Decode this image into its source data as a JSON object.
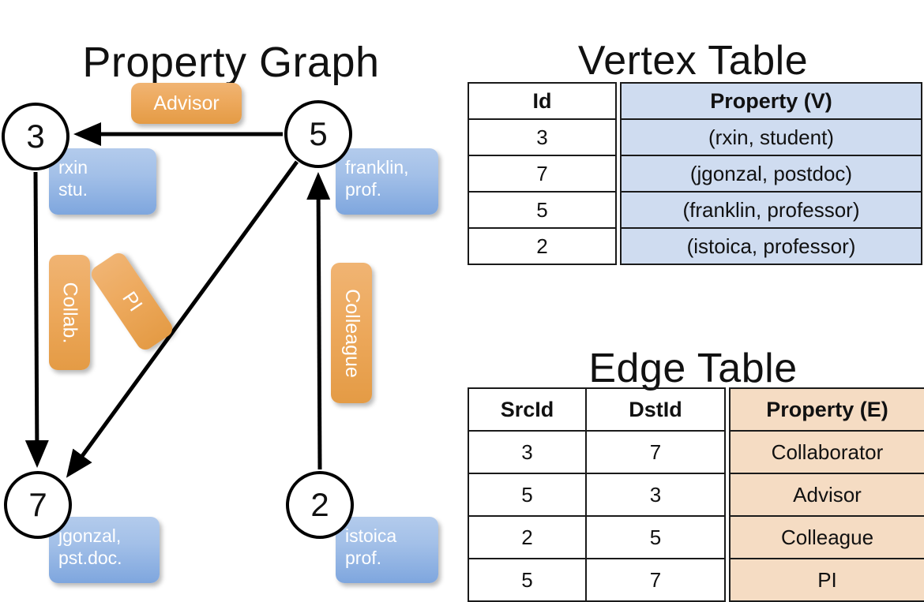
{
  "titles": {
    "property_graph": "Property Graph",
    "vertex_table": "Vertex Table",
    "edge_table": "Edge Table"
  },
  "colors": {
    "vertex_property_fill": "#cfdcf0",
    "edge_property_fill": "#f5dcc3",
    "node_box_blue": "#a3c0e8",
    "edge_box_orange": "#eda95d",
    "stroke": "#000000",
    "background": "#ffffff"
  },
  "graph": {
    "nodes": [
      {
        "id": "3",
        "name": "node-3",
        "property_line1": "rxin",
        "property_line2": "stu."
      },
      {
        "id": "5",
        "name": "node-5",
        "property_line1": "franklin,",
        "property_line2": "prof."
      },
      {
        "id": "7",
        "name": "node-7",
        "property_line1": "jgonzal,",
        "property_line2": "pst.doc."
      },
      {
        "id": "2",
        "name": "node-2",
        "property_line1": "istoica",
        "property_line2": "prof."
      }
    ],
    "edge_labels": [
      {
        "name": "edge-advisor",
        "label": "Advisor",
        "orientation": "horizontal"
      },
      {
        "name": "edge-collab",
        "label": "Collab.",
        "orientation": "vertical"
      },
      {
        "name": "edge-pi",
        "label": "PI",
        "orientation": "diagonal"
      },
      {
        "name": "edge-colleague",
        "label": "Colleague",
        "orientation": "vertical"
      }
    ],
    "edges": [
      {
        "from": "5",
        "to": "3",
        "label": "Advisor"
      },
      {
        "from": "3",
        "to": "7",
        "label": "Collab."
      },
      {
        "from": "5",
        "to": "7",
        "label": "PI"
      },
      {
        "from": "2",
        "to": "5",
        "label": "Colleague"
      }
    ]
  },
  "vertex_table": {
    "headers": [
      "Id",
      "Property (V)"
    ],
    "rows": [
      {
        "id": "3",
        "property": "(rxin, student)"
      },
      {
        "id": "7",
        "property": "(jgonzal, postdoc)"
      },
      {
        "id": "5",
        "property": "(franklin, professor)"
      },
      {
        "id": "2",
        "property": "(istoica, professor)"
      }
    ]
  },
  "edge_table": {
    "headers": [
      "SrcId",
      "DstId",
      "Property (E)"
    ],
    "rows": [
      {
        "src": "3",
        "dst": "7",
        "property": "Collaborator"
      },
      {
        "src": "5",
        "dst": "3",
        "property": "Advisor"
      },
      {
        "src": "2",
        "dst": "5",
        "property": "Colleague"
      },
      {
        "src": "5",
        "dst": "7",
        "property": "PI"
      }
    ]
  }
}
